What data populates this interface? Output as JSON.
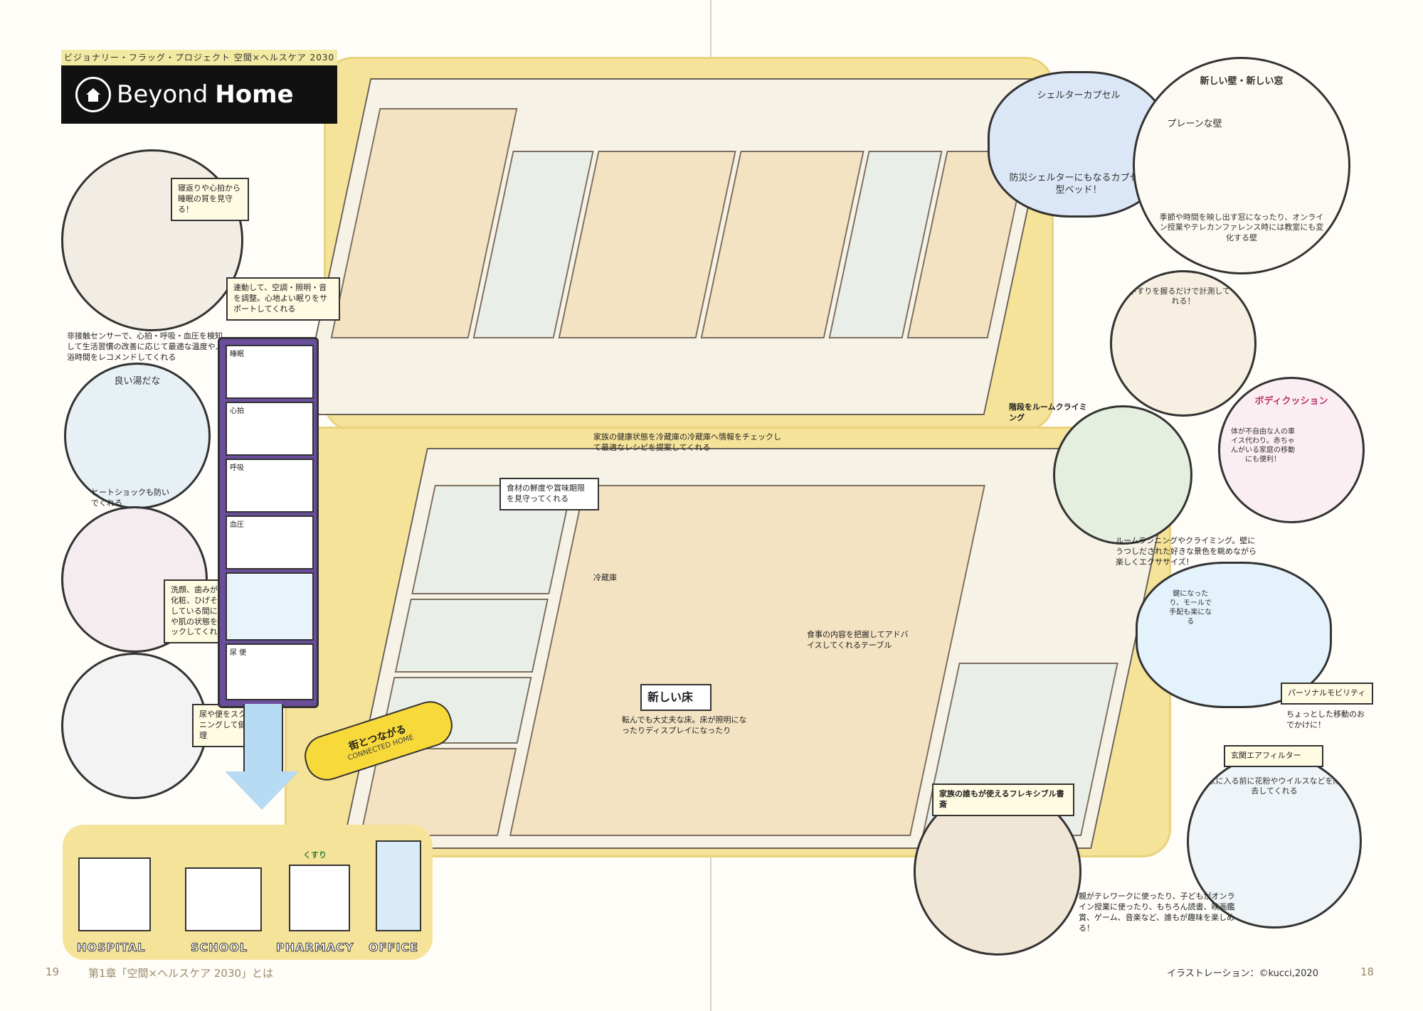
{
  "header": {
    "kicker": "ビジョナリー・フラッグ・プロジェクト 空間×ヘルスケア 2030",
    "logo_light": "Beyond",
    "logo_bold": "Home"
  },
  "monitor": {
    "panels": [
      "睡眠",
      "心拍",
      "呼吸",
      "血圧",
      "",
      "尿 便"
    ]
  },
  "ribbon": {
    "line1": "街とつながる",
    "line2": "CONNECTED HOME"
  },
  "notes": {
    "sleep_light": "寝返りや心拍から睡眠の質を見守る！",
    "sleep_adjust": "連動して、空調・照明・音を調整。心地よい眠りをサポートしてくれる",
    "bath_sensor": "非接触センサーで、心拍・呼吸・血圧を検知して生活習慣の改善に応じて最適な温度や入浴時間をレコメンドしてくれる",
    "bath_comfort": "良い湯だな",
    "bath_prevent": "ヒートショックも防いでくれる",
    "mirror": "洗顔、歯みがき、化粧、ひげそりをしている間に血圧や肌の状態をチェックしてくれる鏡",
    "toilet": "尿や便をスクリーニングして健康管理",
    "family_health": "家族の健康状態を冷蔵庫の冷蔵庫へ情報をチェックして最適なレシピを提案してくれる",
    "fridge": "食材の鮮度や賞味期限を見守ってくれる",
    "fridge_label": "冷蔵庫",
    "table": "食事の内容を把握してアドバイスしてくれるテーブル",
    "floor_title": "新しい床",
    "floor": "転んでも大丈夫な床。床が照明になったりディスプレイになったり",
    "shelter": "防災シェルターにもなるカプセル型ベッド！",
    "shelter_label": "シェルターカプセル",
    "wall_title": "新しい壁・新しい窓",
    "wall_plain": "プレーンな壁",
    "wall": "季節や時間を映し出す窓になったり、オンライン授業やテレカンファレンス時には教室にも変化する壁",
    "handrail": "手すりを握るだけで計測してくれる！",
    "climbing_title": "階段をルームクライミング",
    "climbing": "ルームランニングやクライミング。壁にうつしだされた好きな景色を眺めながら楽しくエクササイズ！",
    "cushion_title": "ボディクッション",
    "cushion": "体が不自由な人の車イス代わり。赤ちゃんがいる家庭の移動にも便利！",
    "mobility_title": "パーソナルモビリティ",
    "mobility": "ちょっとした移動のおでかけに！",
    "mobility_small": "鍵になったり、モールで手配も楽になる",
    "air_title": "玄関エアフィルター",
    "air": "家に入る前に花粉やウイルスなどを除去してくれる",
    "study_title": "家族の誰もが使えるフレキシブル書斎",
    "study": "親がテレワークに使ったり、子どもがオンライン授業に使ったり、もちろん読書、映画鑑賞、ゲーム、音楽など、誰もが趣味を楽しめる！"
  },
  "town": {
    "labels": [
      "HOSPITAL",
      "SCHOOL",
      "PHARMACY",
      "OFFICE"
    ],
    "pharmacy_sign": "くすり"
  },
  "footer": {
    "left_page": "19",
    "chapter": "第1章「空間×ヘルスケア 2030」とは",
    "credit": "イラストレーション：©kucci,2020",
    "right_page": "18"
  }
}
